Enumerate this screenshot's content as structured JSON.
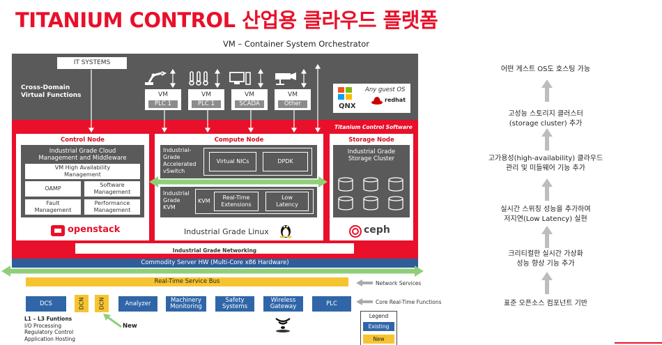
{
  "title": "TITANIUM CONTROL 산업용 클라우드 플랫폼",
  "orchestrator": "VM – Container System Orchestrator",
  "it_systems": "IT SYSTEMS",
  "cross_domain": [
    "Cross-Domain",
    "Virtual Functions"
  ],
  "vms": [
    {
      "label": "VM",
      "sub": "PLC 1",
      "icon": "robot-arm-icon"
    },
    {
      "label": "VM",
      "sub": "PLC 1",
      "icon": "thermometer-icon"
    },
    {
      "label": "VM",
      "sub": "SCADA",
      "icon": "computer-icon"
    },
    {
      "label": "VM",
      "sub": "Other",
      "icon": "camera-icon"
    }
  ],
  "guest_os": {
    "label": "Any guest OS",
    "logos": [
      "windows-logo",
      "qnx-logo",
      "redhat-logo"
    ],
    "qnx": "QNX",
    "redhat": "redhat"
  },
  "titanium_label": "Titanium Control Software",
  "control_node": {
    "title": "Control Node",
    "header": [
      "Industrial Grade Cloud",
      "Management and Middleware"
    ],
    "ha": [
      "VM High Availability",
      "Management"
    ],
    "cells": [
      [
        "OAMP"
      ],
      [
        "Software",
        "Management"
      ],
      [
        "Fault",
        "Management"
      ],
      [
        "Performance",
        "Management"
      ]
    ],
    "brand": "openstack"
  },
  "compute_node": {
    "title": "Compute Node",
    "vswitch": [
      "Industrial-",
      "Grade",
      "Accelerated",
      "vSwitch"
    ],
    "virtual_nics": "Virtual NICs",
    "dpdk": "DPDK",
    "kvm_block": [
      "Industrial",
      "Grade",
      "KVM"
    ],
    "kvm": "KVM",
    "rt_ext": [
      "Real-Time",
      "Extensions"
    ],
    "low_latency": [
      "Low",
      "Latency"
    ],
    "linux": "Industrial Grade Linux"
  },
  "storage_node": {
    "title": "Storage Node",
    "header": [
      "Industrial Grade",
      "Storage Cluster"
    ],
    "brand": "ceph"
  },
  "networking": "Industrial Grade Networking",
  "server_hw": "Commodity Server HW (Multi-Core x86 Hardware)",
  "rt_bus": "Real-Time Service Bus",
  "network_services": "Network Services",
  "core_rt": "Core Real-Time Functions",
  "devices": [
    "DCS",
    "DCN",
    "DCN",
    "Analyzer",
    "Machinery Monitoring",
    "Safety Systems",
    "Wireless Gateway",
    "PLC"
  ],
  "devices_split": {
    "machinery": [
      "Machinery",
      "Monitoring"
    ],
    "safety": [
      "Safety",
      "Systems"
    ],
    "wireless": [
      "Wireless",
      "Gateway"
    ]
  },
  "new_label": "New",
  "l1_title": "L1 – L3 Funtions",
  "l1_items": [
    "I/O Processing",
    "Regulatory Control",
    "Application Hosting"
  ],
  "legend": {
    "title": "Legend",
    "existing": "Existing",
    "new": "New"
  },
  "steps": [
    [
      "어떤 게스트 OS도 호스팅 가능"
    ],
    [
      "고성능 스토리지 클러스터",
      "(storage cluster) 추가"
    ],
    [
      "고가용성(high-availability) 클라우드",
      "관리 및 미들웨어 기능 추가"
    ],
    [
      "실시간 스위칭 성능을 추가하여",
      "저지연(Low Latency) 실현"
    ],
    [
      "크리티컬한 실시간 가상화",
      "성능 향상 기능 추가"
    ],
    [
      "표준 오픈소스 컴포넌트 기반"
    ]
  ],
  "colors": {
    "brand_red": "#e8102a",
    "gray": "#5a5a5a",
    "blue": "#3066a8",
    "yellow": "#f7c431",
    "green": "#8fcf7a"
  }
}
